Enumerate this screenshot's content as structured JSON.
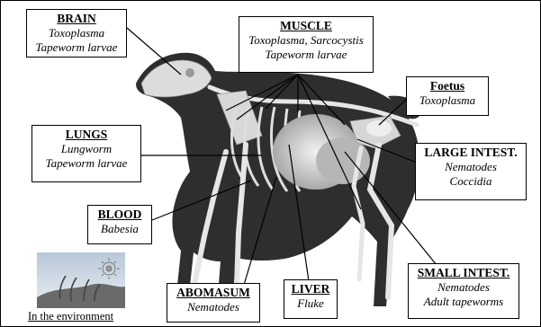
{
  "labels": {
    "brain": {
      "title": "BRAIN",
      "lines": [
        "Toxoplasma",
        "Tapeworm larvae"
      ]
    },
    "muscle": {
      "title": "MUSCLE",
      "lines": [
        "Toxoplasma, Sarcocystis",
        "Tapeworm larvae"
      ]
    },
    "foetus": {
      "title": "Foetus",
      "lines": [
        "Toxoplasma"
      ]
    },
    "lungs": {
      "title": "LUNGS",
      "lines": [
        "Lungworm",
        "Tapeworm larvae"
      ]
    },
    "large_intest": {
      "title": "LARGE INTEST.",
      "lines": [
        "Nematodes",
        "Coccidia"
      ]
    },
    "blood": {
      "title": "BLOOD",
      "lines": [
        "Babesia"
      ]
    },
    "small_intest": {
      "title": "SMALL INTEST.",
      "lines": [
        "Nematodes",
        "Adult tapeworms"
      ]
    },
    "abomasum": {
      "title": "ABOMASUM",
      "lines": [
        "Nematodes"
      ]
    },
    "liver": {
      "title": "LIVER",
      "lines": [
        "Fluke"
      ]
    }
  },
  "environment_caption": "In the environment",
  "colors": {
    "sheep_fill": "#2e2e2e",
    "bone": "#e4e4e4",
    "label_border": "#000000"
  }
}
